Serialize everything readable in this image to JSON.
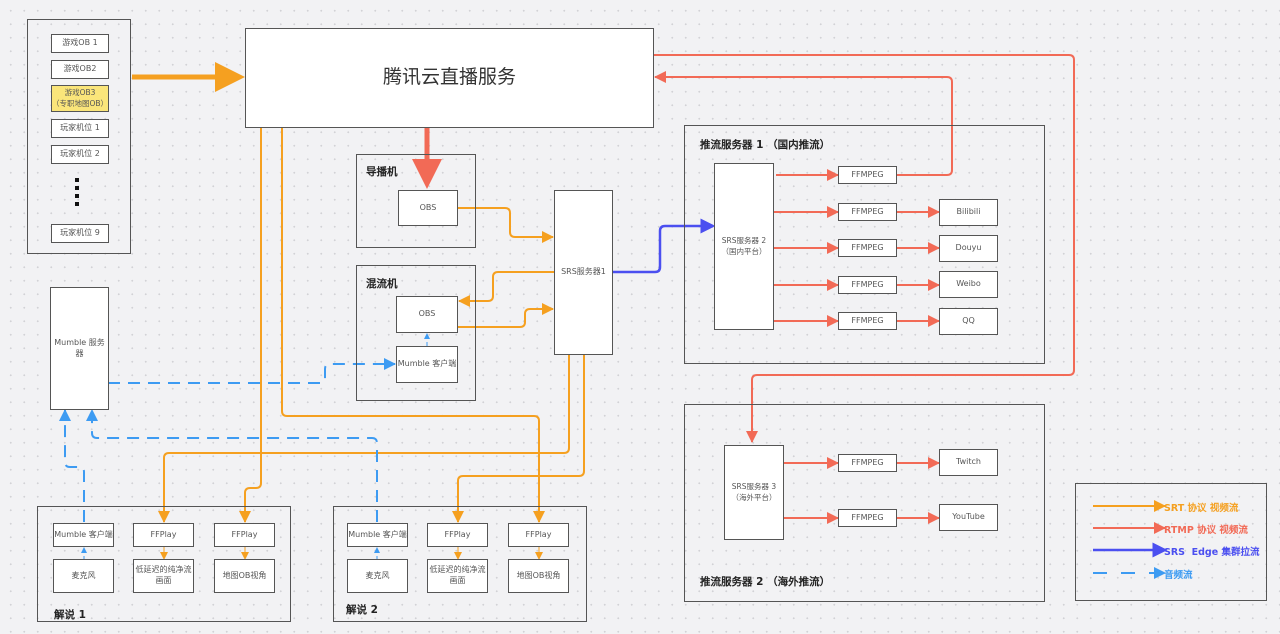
{
  "colors": {
    "srt": "#f5a020",
    "rtmp": "#f26a56",
    "edge": "#4b4ff0",
    "audio": "#3d9bf2"
  },
  "sources": {
    "items": [
      "游戏OB 1",
      "游戏OB2",
      "游戏OB3\n（专职地图OB）",
      "玩家机位 1",
      "玩家机位 2",
      "玩家机位 9"
    ],
    "ellipsis_icon": "vertical-ellipsis"
  },
  "cloud": {
    "label": "腾讯云直播服务"
  },
  "director": {
    "title": "导播机",
    "obs": "OBS"
  },
  "mixer": {
    "title": "混流机",
    "obs": "OBS",
    "mumble_client": "Mumble 客户端"
  },
  "srs1": {
    "label": "SRS服务器1"
  },
  "mumble_server": {
    "label": "Mumble 服务器"
  },
  "push1": {
    "title": "推流服务器 1 （国内推流）",
    "srs": "SRS服务器 2\n（国内平台）",
    "ffmpeg": [
      "FFMPEG",
      "FFMPEG",
      "FFMPEG",
      "FFMPEG",
      "FFMPEG"
    ],
    "platforms": [
      "Bilibili",
      "Douyu",
      "Weibo",
      "QQ"
    ]
  },
  "push2": {
    "title": "推流服务器 2 （海外推流）",
    "srs": "SRS服务器 3\n（海外平台）",
    "ffmpeg": [
      "FFMPEG",
      "FFMPEG"
    ],
    "platforms": [
      "Twitch",
      "YouTube"
    ]
  },
  "commentary1": {
    "title": "解说 1",
    "mumble_client": "Mumble 客户端",
    "mic": "麦克风",
    "ffplay1": "FFPlay",
    "ffplay2": "FFPlay",
    "view1": "低延迟的纯净流\n画面",
    "view2": "地图OB视角"
  },
  "commentary2": {
    "title": "解说 2",
    "mumble_client": "Mumble 客户端",
    "mic": "麦克风",
    "ffplay1": "FFPlay",
    "ffplay2": "FFPlay",
    "view1": "低延迟的纯净流\n画面",
    "view2": "地图OB视角"
  },
  "legend": {
    "items": [
      {
        "label": "SRT 协议 视频流",
        "color": "#f5a020",
        "style": "solid"
      },
      {
        "label": "RTMP 协议 视频流",
        "color": "#f26a56",
        "style": "solid"
      },
      {
        "label": "SRS  Edge 集群拉流",
        "color": "#4b4ff0",
        "style": "solid"
      },
      {
        "label": "音频流",
        "color": "#3d9bf2",
        "style": "dashed"
      }
    ]
  }
}
